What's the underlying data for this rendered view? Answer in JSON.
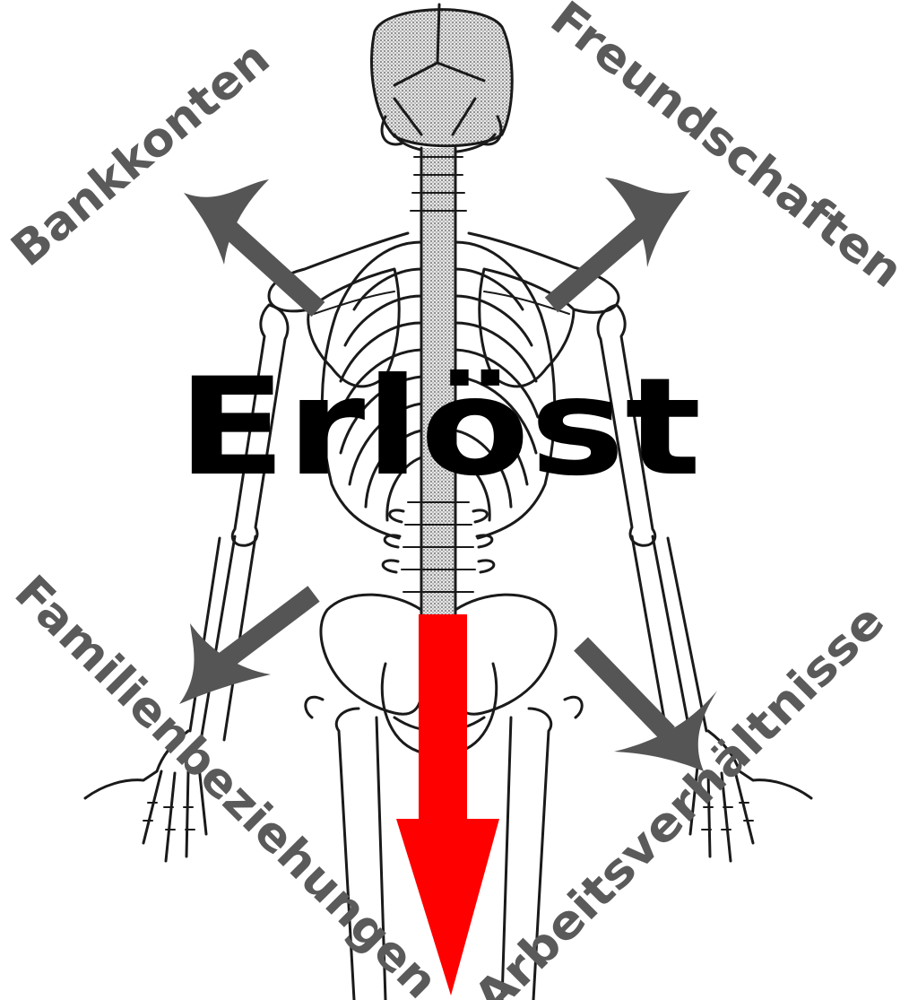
{
  "center_label": "Erlöst",
  "labels": {
    "top_left": "Bankkonten",
    "top_right": "Freundschaften",
    "bottom_left": "Familienbeziehungen",
    "bottom_right": "Arbeitsverhältnisse"
  },
  "colors": {
    "arrow_gray": "#555555",
    "arrow_red": "#ff0000",
    "text": "#000000",
    "label_gray": "#5a5a5a",
    "bone_stipple": "#b8b8b8"
  },
  "illustration": "skeleton-back-view"
}
